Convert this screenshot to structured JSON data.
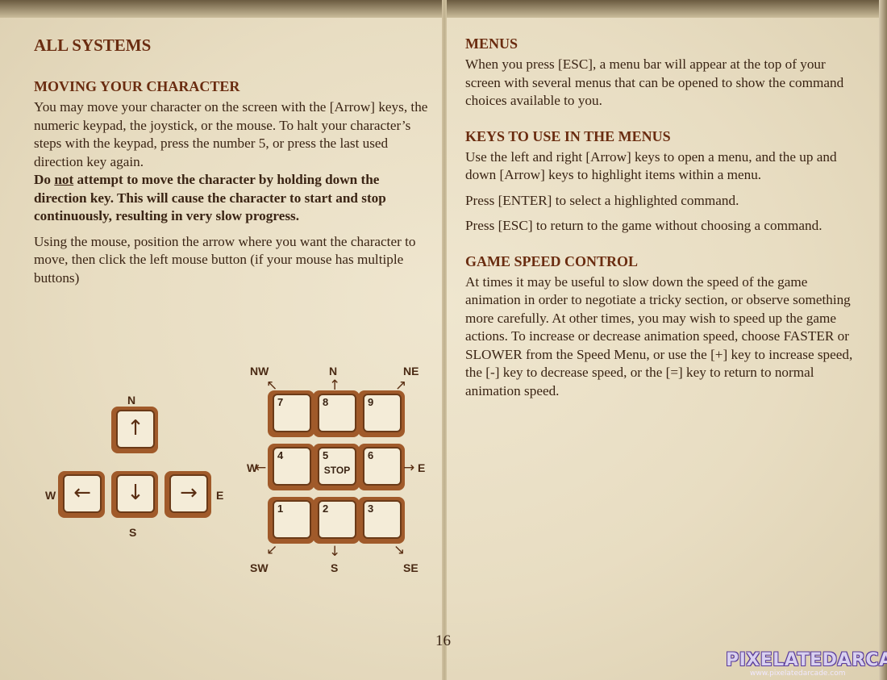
{
  "left": {
    "section_title": "ALL SYSTEMS",
    "moving_heading": "MOVING YOUR CHARACTER",
    "moving_text": "You may move your character on the screen with the [Arrow] keys, the numeric keypad, the joystick, or the mouse. To halt your character’s steps with the keypad, press the number 5, or press the last used direction key again.",
    "warning_do": "Do ",
    "warning_not": "not",
    "warning_rest": " attempt to move the character by holding down the direction key. This will cause the character to start and stop continuously, resulting in very slow progress.",
    "mouse_text": "Using the mouse, position the arrow where you want the character to move, then click the left mouse button (if your mouse has multiple buttons)"
  },
  "right": {
    "menus_heading": "MENUS",
    "menus_text": "When you press [ESC], a menu bar will appear at the top of your screen with several menus that can be opened to show the command choices available to you.",
    "keys_heading": "KEYS TO USE IN THE MENUS",
    "keys_text": "Use the left and right [Arrow] keys to open a menu, and the up and down [Arrow] keys to highlight items within a menu.",
    "enter_text": "Press [ENTER] to select a highlighted command.",
    "esc_text": "Press [ESC] to return to the game without choosing a command.",
    "speed_heading": "GAME SPEED CONTROL",
    "speed_text": "At times it may be useful to slow down the speed of the game animation in order to negotiate a tricky section, or observe something more carefully. At other times, you may wish to speed up the game actions. To increase or decrease animation speed, choose FASTER or SLOWER from the Speed Menu, or use the [+] key to increase speed, the [-] key to decrease speed, or the [=] key to return to normal animation speed."
  },
  "arrow_keys": {
    "label_n": "N",
    "label_s": "S",
    "label_w": "W",
    "label_e": "E",
    "arrow_up": "↑",
    "arrow_down": "↓",
    "arrow_left": "←",
    "arrow_right": "→"
  },
  "keypad": {
    "keys": [
      "7",
      "8",
      "9",
      "4",
      "5",
      "6",
      "1",
      "2",
      "3"
    ],
    "stop_label": "STOP",
    "dir_nw": "NW",
    "dir_n": "N",
    "dir_ne": "NE",
    "dir_w": "W",
    "dir_e": "E",
    "dir_sw": "SW",
    "dir_s": "S",
    "dir_se": "SE"
  },
  "page_number": "16",
  "watermark": {
    "logo": "PIXELATEDARCADE",
    "url": "www.pixelatedarcade.com"
  }
}
